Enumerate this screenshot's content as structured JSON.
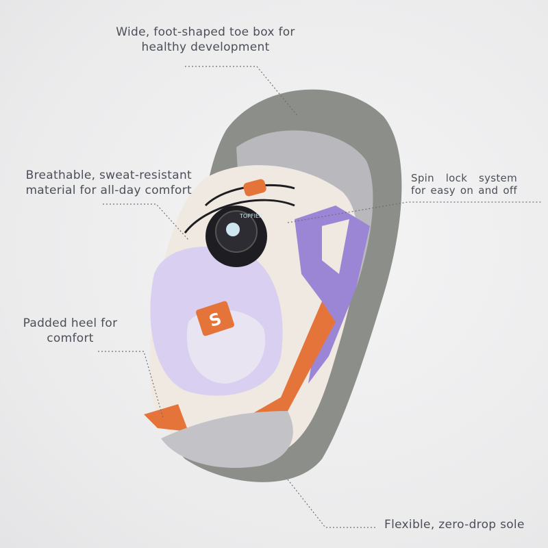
{
  "annotations": {
    "toe_box": [
      "Wide, foot-shaped toe box for",
      "healthy development"
    ],
    "material": [
      "Breathable, sweat-resistant",
      "material for all-day comfort"
    ],
    "spin_lock": [
      "Spin lock system",
      "for easy on and off"
    ],
    "heel": [
      "Padded heel for",
      "comfort"
    ],
    "sole": [
      "Flexible, zero-drop sole"
    ]
  },
  "product": {
    "dial_brand": "TOPFIER",
    "heel_tab_letter": "S"
  },
  "colors": {
    "sole": "#8b8e89",
    "upper_gray": "#b8b8bc",
    "mesh": "#efe9e1",
    "purple": "#9b86d6",
    "lining": "#d9cff0",
    "orange": "#e5743a",
    "dial": "#1e1e22"
  }
}
